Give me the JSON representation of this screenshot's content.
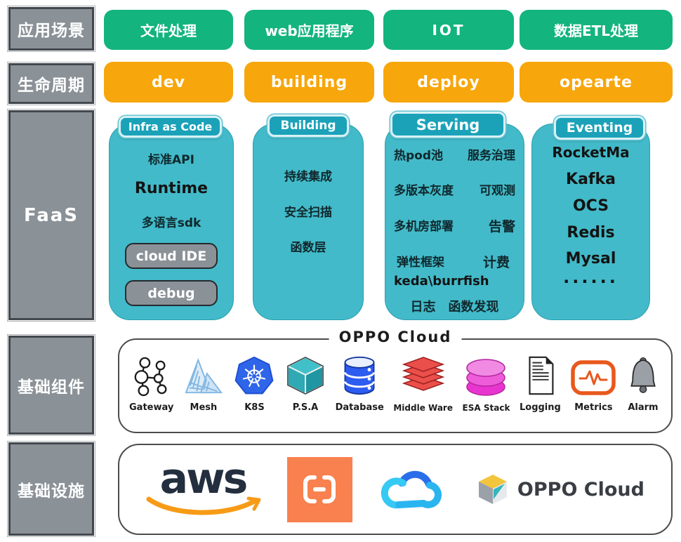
{
  "scenarios": {
    "label": "应用场景",
    "items": [
      "文件处理",
      "web应用程序",
      "IOT",
      "数据ETL处理"
    ]
  },
  "lifecycle": {
    "label": "生命周期",
    "items": [
      "dev",
      "building",
      "deploy",
      "opearte"
    ]
  },
  "faas": {
    "label": "FaaS",
    "infra": {
      "tab": "Infra as Code",
      "items": [
        "标准API",
        "Runtime",
        "多语言sdk"
      ],
      "buttons": [
        "cloud IDE",
        "debug"
      ]
    },
    "building": {
      "tab": "Building",
      "items": [
        "持续集成",
        "安全扫描",
        "函数层"
      ]
    },
    "serving": {
      "tab": "Serving",
      "pairs": [
        [
          "热pod池",
          "服务治理"
        ],
        [
          "多版本灰度",
          "可观测"
        ],
        [
          "多机房部署",
          "告警"
        ],
        [
          "弹性框架",
          "计费"
        ]
      ],
      "single": "keda\\burrfish",
      "last": [
        "日志",
        "函数发现"
      ]
    },
    "eventing": {
      "tab": "Eventing",
      "items": [
        "RocketMa",
        "Kafka",
        "OCS",
        "Redis",
        "Mysal",
        "......"
      ]
    }
  },
  "components": {
    "label": "基础组件",
    "title": "OPPO Cloud",
    "items": [
      {
        "name": "Gateway",
        "icon": "gateway-icon"
      },
      {
        "name": "Mesh",
        "icon": "mesh-icon"
      },
      {
        "name": "K8S",
        "icon": "k8s-icon"
      },
      {
        "name": "P.S.A",
        "icon": "psa-icon"
      },
      {
        "name": "Database",
        "icon": "database-icon"
      },
      {
        "name": "Middle Ware",
        "icon": "middleware-icon"
      },
      {
        "name": "ESA Stack",
        "icon": "esa-stack-icon"
      },
      {
        "name": "Logging",
        "icon": "logging-icon"
      },
      {
        "name": "Metrics",
        "icon": "metrics-icon"
      },
      {
        "name": "Alarm",
        "icon": "alarm-icon"
      }
    ]
  },
  "infrastructure": {
    "label": "基础设施",
    "aws_text": "aws",
    "oppo_text": "OPPO Cloud",
    "logos": [
      "aws",
      "alibaba-cloud",
      "tencent-cloud",
      "oppo-cloud"
    ]
  },
  "colors": {
    "green": "#13b47e",
    "orange": "#f7a60b",
    "teal": "#42bac9",
    "teal_tab": "#1ba2b9",
    "gray": "#8a9197",
    "aws_navy": "#232f3e",
    "aws_orange": "#f79b17",
    "alibaba_orange": "#f8814f",
    "tencent_blue": "#2a6ee9",
    "tencent_cyan": "#36c9f4"
  }
}
